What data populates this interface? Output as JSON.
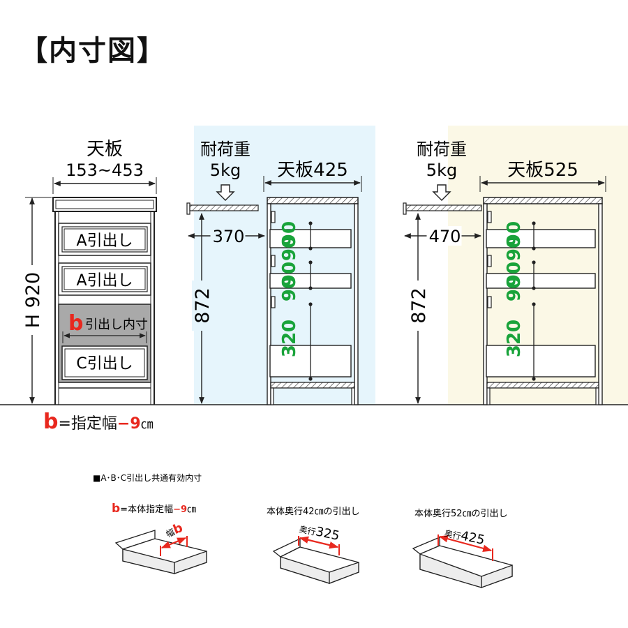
{
  "title": "【内寸図】",
  "colors": {
    "accent_red": "#e8281e",
    "accent_green": "#19a33a",
    "panel_blue": "#e6f5fc",
    "panel_cream": "#fbf8e6",
    "outline": "#2a2a2a",
    "drawer_gray": "#a9a9a9"
  },
  "front_view": {
    "top_label": "天板",
    "top_range": "153~453",
    "height_label": "H 920",
    "drawers": [
      "A引出し",
      "A引出し",
      "C引出し"
    ],
    "b_drawer": {
      "b": "b",
      "text": "引出し内寸"
    },
    "formula": {
      "b": "b",
      "eq": "=指定幅",
      "minus": "−9",
      "unit": "㎝"
    }
  },
  "side_views": [
    {
      "load_label": "耐荷重",
      "load_value": "5kg",
      "top_label": "天板425",
      "depth": "370",
      "height": "872",
      "drawer_heights": [
        "90",
        "90",
        "90",
        "90",
        "320"
      ]
    },
    {
      "load_label": "耐荷重",
      "load_value": "5kg",
      "top_label": "天板525",
      "depth": "470",
      "height": "872",
      "drawer_heights": [
        "90",
        "90",
        "90",
        "90",
        "320"
      ]
    }
  ],
  "common": {
    "heading": "■A･B･C引出し共通有効内寸",
    "items": [
      {
        "b": "b",
        "caption": "=本体指定幅",
        "minus": "−9",
        "unit": "㎝",
        "dim_label": "幅",
        "dim_value": "b"
      },
      {
        "caption": "本体奥行42㎝の引出し",
        "dim_label": "奥行",
        "dim_value": "325"
      },
      {
        "caption": "本体奥行52㎝の引出し",
        "dim_label": "奥行",
        "dim_value": "425"
      }
    ]
  }
}
